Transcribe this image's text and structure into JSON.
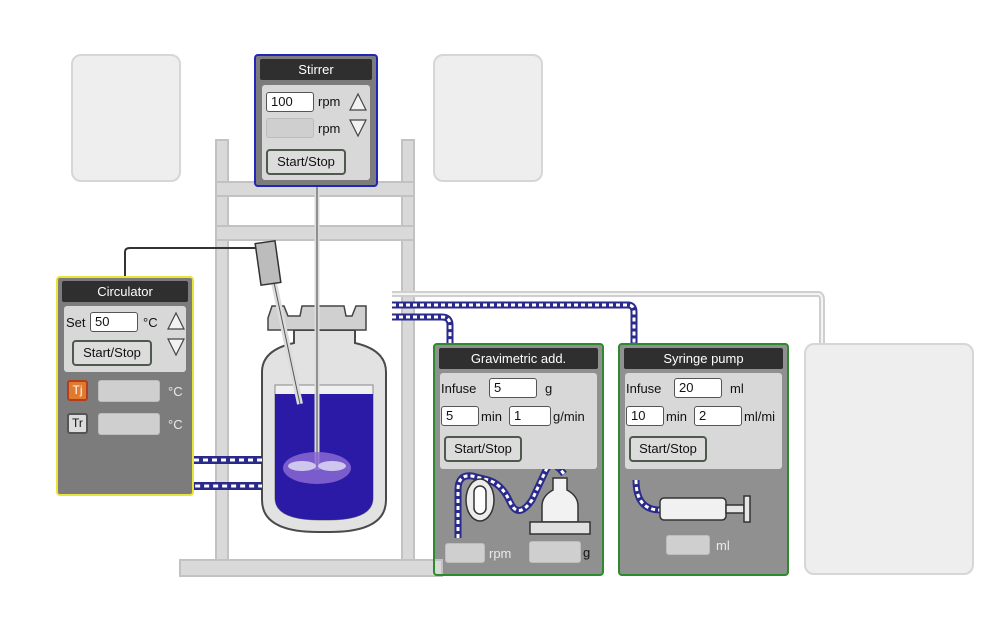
{
  "stirrer": {
    "title": "Stirrer",
    "setpoint": "100",
    "unit_set": "rpm",
    "actual": "",
    "unit_actual": "rpm",
    "start_stop": "Start/Stop"
  },
  "circulator": {
    "title": "Circulator",
    "set_label": "Set",
    "setpoint": "50",
    "unit": "°C",
    "start_stop": "Start/Stop",
    "tj_label": "Tj",
    "tj_value": "",
    "tj_unit": "°C",
    "tr_label": "Tr",
    "tr_value": "",
    "tr_unit": "°C"
  },
  "gravimetric": {
    "title": "Gravimetric add.",
    "infuse_label": "Infuse",
    "infuse_value": "5",
    "infuse_unit": "g",
    "time_value": "5",
    "time_unit": "min",
    "rate_value": "1",
    "rate_unit": "g/min",
    "start_stop": "Start/Stop",
    "pump_value": "",
    "pump_unit": "rpm",
    "balance_value": "",
    "balance_unit": "g"
  },
  "syringe": {
    "title": "Syringe pump",
    "infuse_label": "Infuse",
    "infuse_value": "20",
    "infuse_unit": "ml",
    "time_value": "10",
    "time_unit": "min",
    "rate_value": "2",
    "rate_unit": "ml/mi",
    "start_stop": "Start/Stop",
    "volume_value": "",
    "volume_unit": "ml"
  },
  "colors": {
    "liquid": "#2a1aa6",
    "tubing": "#2a2a8c",
    "frame": "#d6d6d6",
    "device_border": "#2d8a2d",
    "stirrer_border": "#2226b8",
    "circulator_border": "#e9e33a",
    "tj_active": "#e07a2e"
  }
}
